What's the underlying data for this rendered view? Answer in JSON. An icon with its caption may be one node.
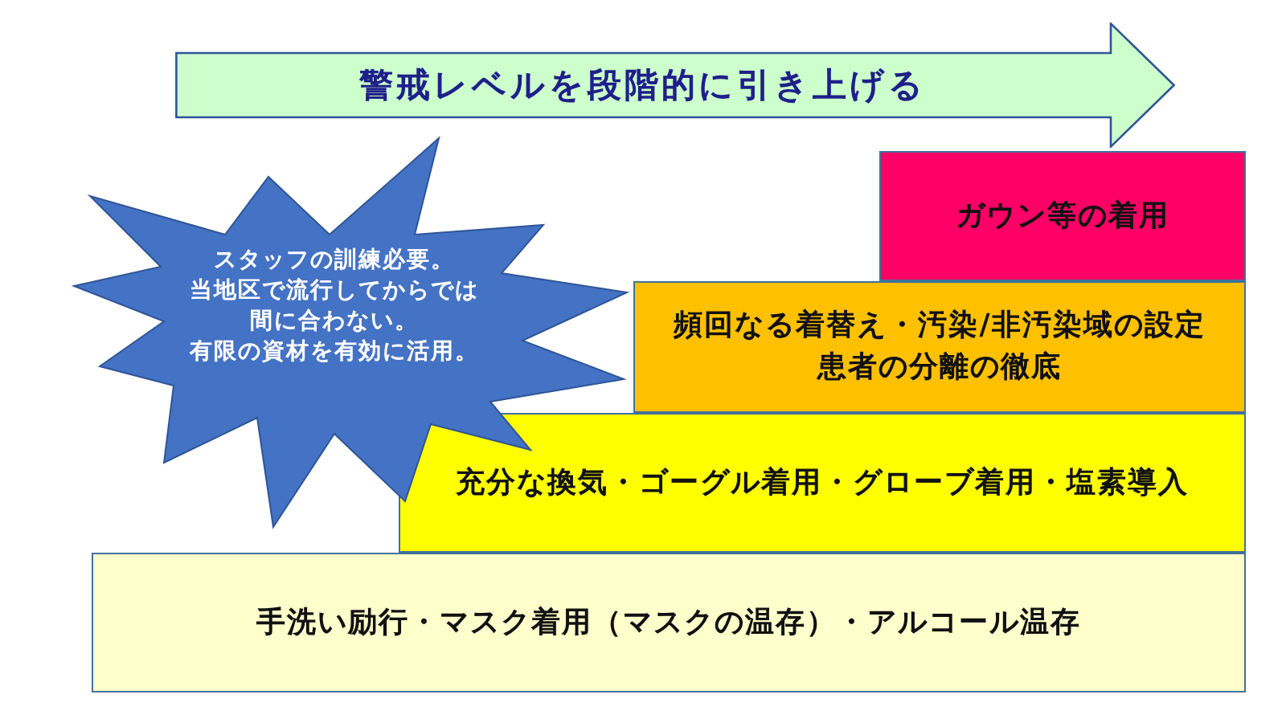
{
  "diagram": {
    "nodes": [
      {
        "text": [
          "警戒レベルを段階的に引き上げる"
        ]
      },
      {
        "text": [
          "スタッフの訓練必要。",
          "当地区で流行してからでは間に合わない。",
          "有限の資材を有効に活用。"
        ]
      },
      {
        "text": [
          "ガウン等の着用"
        ]
      },
      {
        "text": [
          "頻回なる着替え・汚染/非汚染域の設定",
          "患者の分離の徹底"
        ]
      },
      {
        "text": [
          "充分な換気・ゴーグル着用・グローブ着用・塩素導入"
        ]
      },
      {
        "text": [
          "手洗い励行・マスク着用（マスクの温存）・アルコール温存"
        ]
      }
    ]
  }
}
